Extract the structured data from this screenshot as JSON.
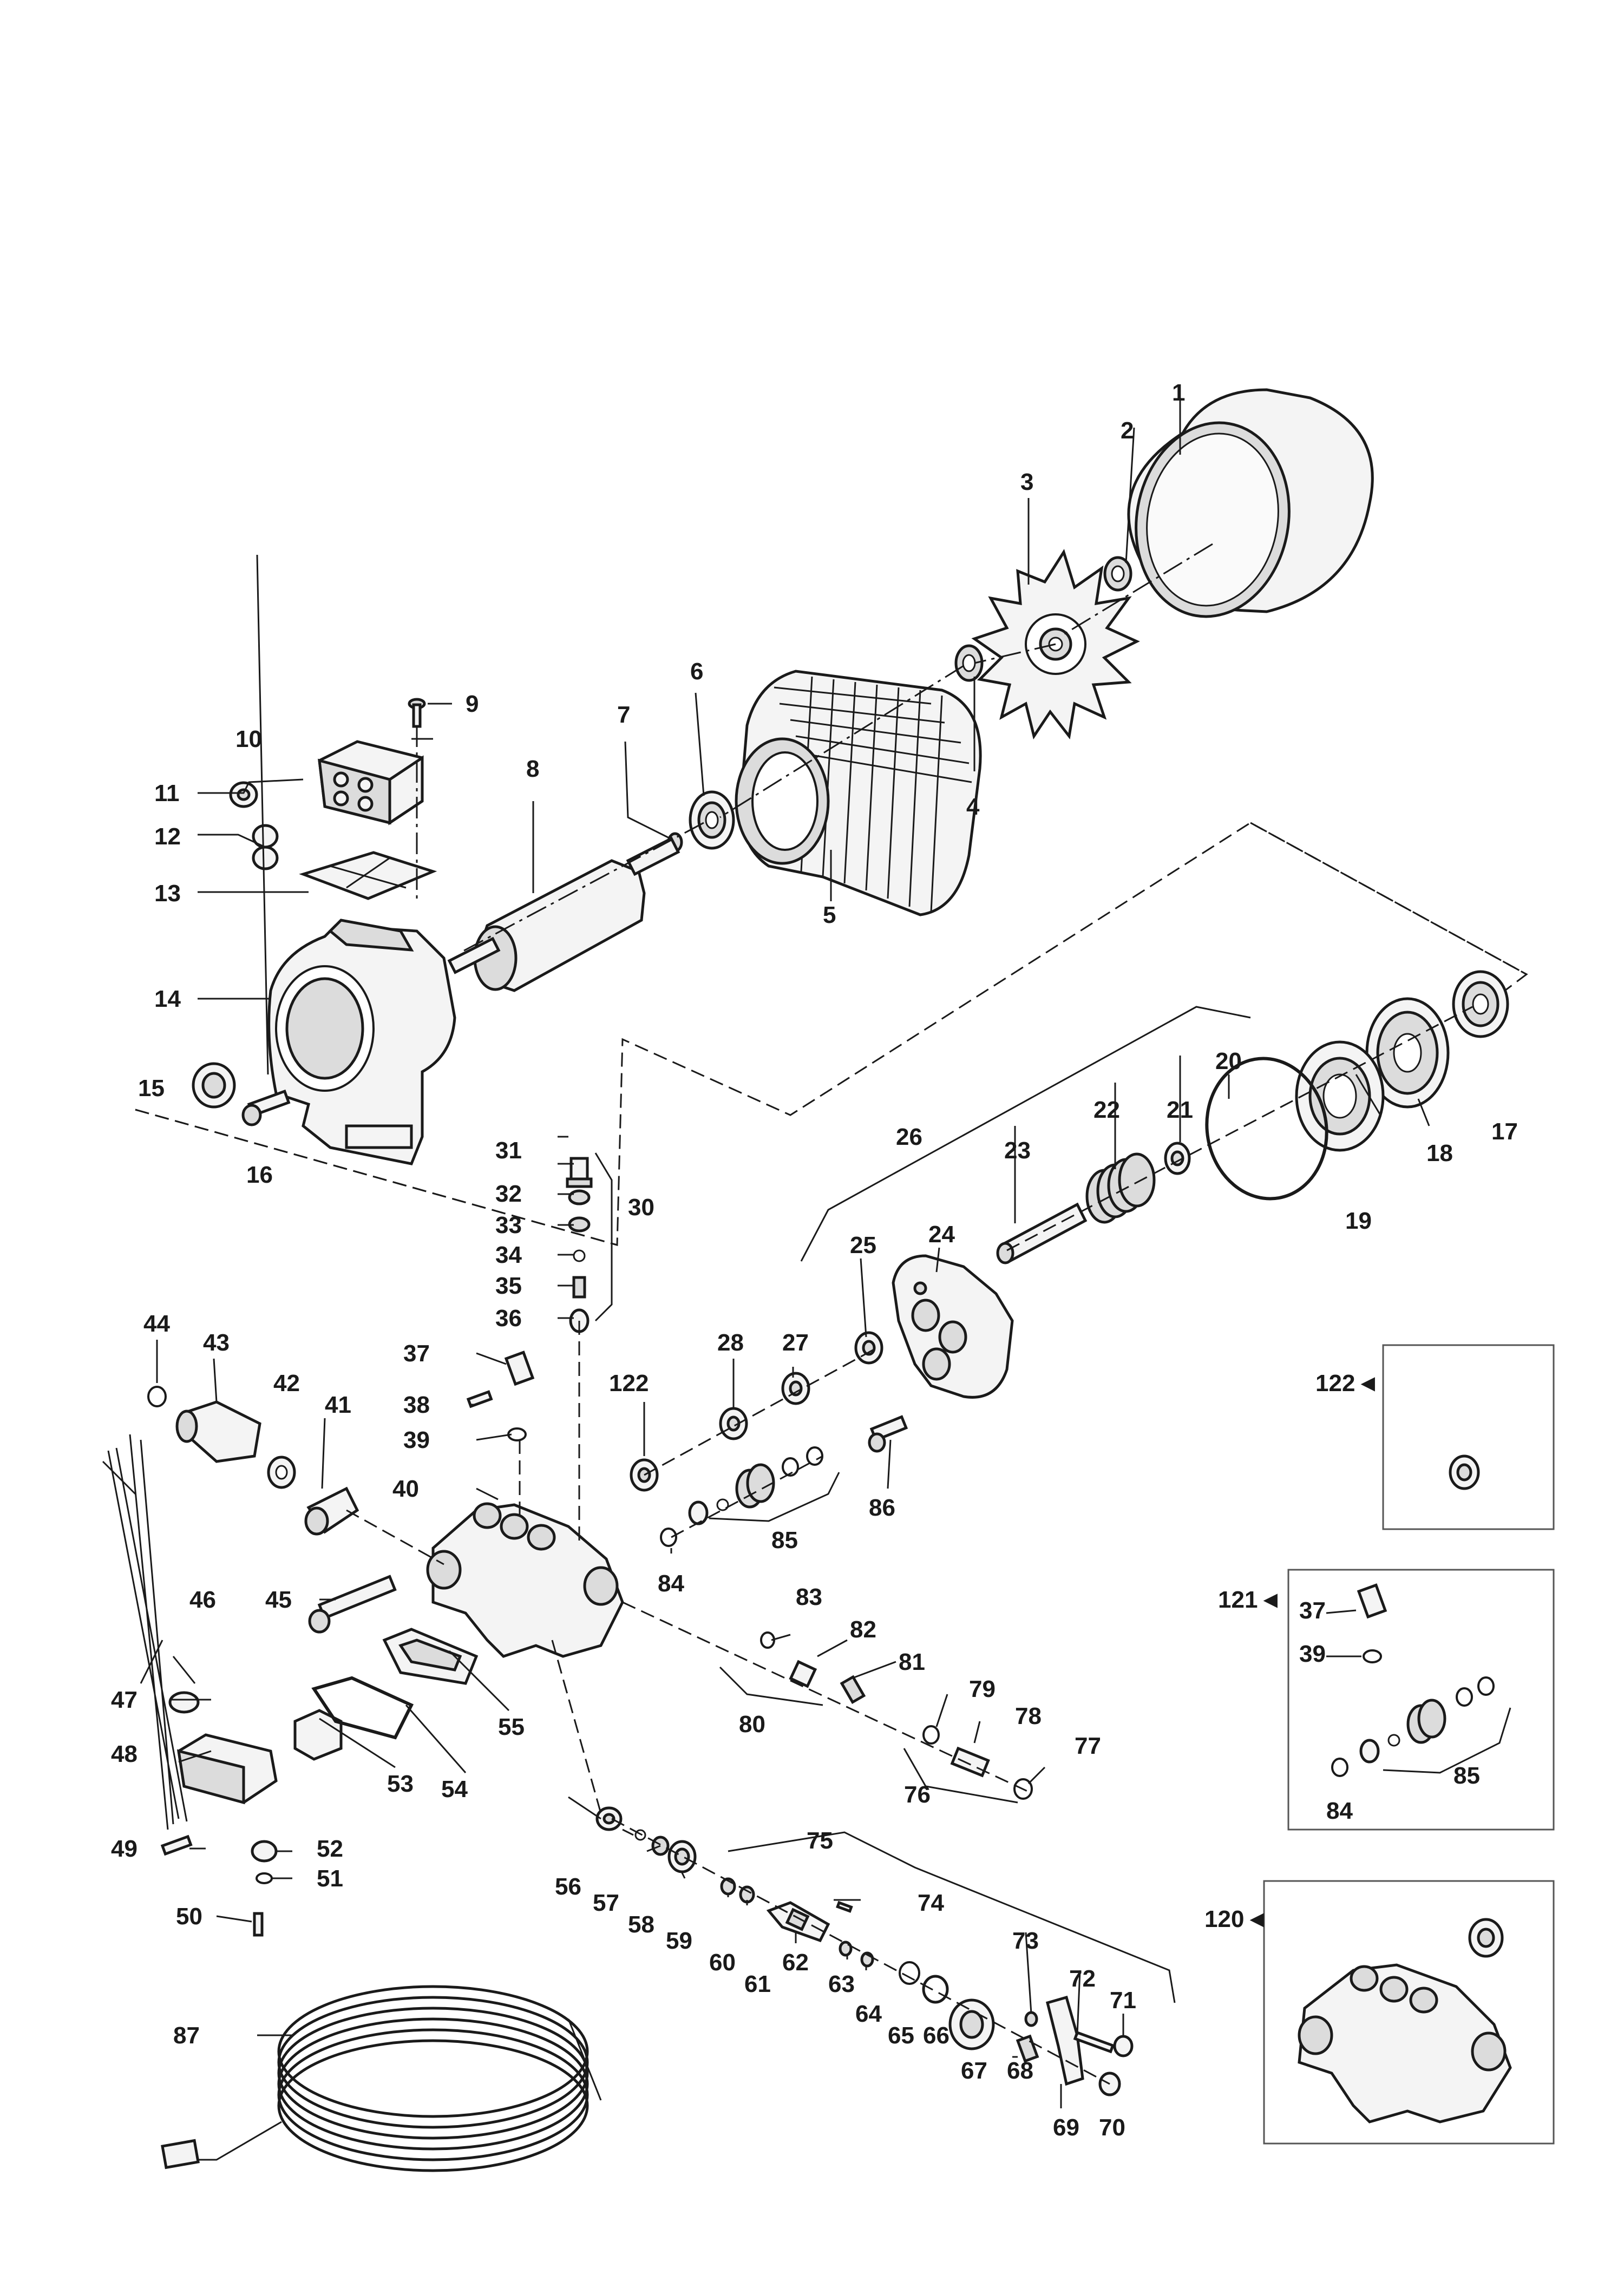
{
  "labels": {
    "n1": "1",
    "n2": "2",
    "n3": "3",
    "n4": "4",
    "n5": "5",
    "n6": "6",
    "n7": "7",
    "n8": "8",
    "n9": "9",
    "n10": "10",
    "n11": "11",
    "n12": "12",
    "n13": "13",
    "n14": "14",
    "n15": "15",
    "n16": "16",
    "n17": "17",
    "n18": "18",
    "n19": "19",
    "n20": "20",
    "n21": "21",
    "n22": "22",
    "n23": "23",
    "n24": "24",
    "n25": "25",
    "n26": "26",
    "n27": "27",
    "n28": "28",
    "n30": "30",
    "n31": "31",
    "n32": "32",
    "n33": "33",
    "n34": "34",
    "n35": "35",
    "n36": "36",
    "n37": "37",
    "n38": "38",
    "n39": "39",
    "n40": "40",
    "n41": "41",
    "n42": "42",
    "n43": "43",
    "n44": "44",
    "n45": "45",
    "n46": "46",
    "n47": "47",
    "n48": "48",
    "n49": "49",
    "n50": "50",
    "n51": "51",
    "n52": "52",
    "n53": "53",
    "n54": "54",
    "n55": "55",
    "n56": "56",
    "n57": "57",
    "n58": "58",
    "n59": "59",
    "n60": "60",
    "n61": "61",
    "n62": "62",
    "n63": "63",
    "n64": "64",
    "n65": "65",
    "n66": "66",
    "n67": "67",
    "n68": "68",
    "n69": "69",
    "n70": "70",
    "n71": "71",
    "n72": "72",
    "n73": "73",
    "n74": "74",
    "n75": "75",
    "n76": "76",
    "n77": "77",
    "n78": "78",
    "n79": "79",
    "n80": "80",
    "n81": "81",
    "n82": "82",
    "n83": "83",
    "n84": "84",
    "n85": "85",
    "n86": "86",
    "n87": "87",
    "n122": "122"
  },
  "insets": {
    "box122": {
      "title": "122",
      "marker": "◄"
    },
    "box121": {
      "title": "121",
      "marker": "◄",
      "p37": "37",
      "p39": "39",
      "p84": "84",
      "p85": "85"
    },
    "box120": {
      "title": "120",
      "marker": "◄"
    }
  }
}
